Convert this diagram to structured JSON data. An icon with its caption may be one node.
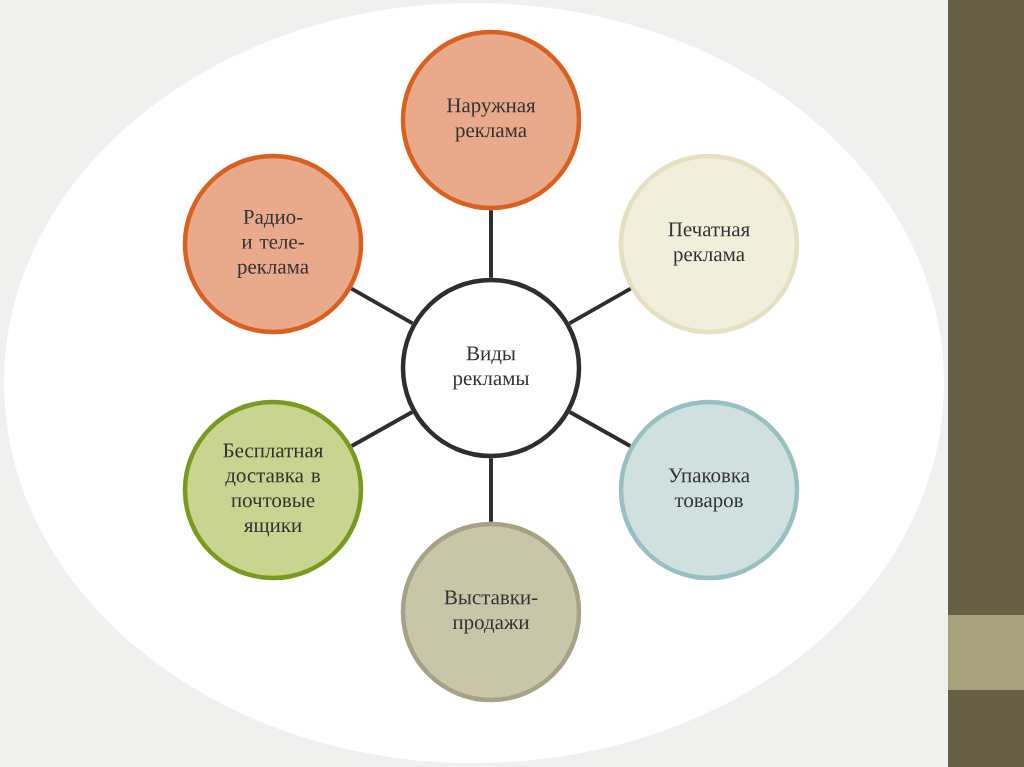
{
  "diagram": {
    "nodes": [
      {
        "text": [
          "Виды рекламы"
        ]
      },
      {
        "text": [
          "Наружная реклама"
        ]
      },
      {
        "text": [
          "Печатная реклама"
        ]
      },
      {
        "text": [
          "Упаковка товаров"
        ]
      },
      {
        "text": [
          "Выставки-продажи"
        ]
      },
      {
        "text": [
          "Бесплатная доставка в почтовые ящики"
        ]
      },
      {
        "text": [
          "Радио- и теле- реклама"
        ]
      }
    ],
    "edges": [
      {
        "from": 0,
        "to": 1,
        "arrow": "none"
      },
      {
        "from": 0,
        "to": 2,
        "arrow": "none"
      },
      {
        "from": 0,
        "to": 3,
        "arrow": "none"
      },
      {
        "from": 0,
        "to": 4,
        "arrow": "none"
      },
      {
        "from": 0,
        "to": 5,
        "arrow": "none"
      },
      {
        "from": 0,
        "to": 6,
        "arrow": "none"
      }
    ]
  }
}
